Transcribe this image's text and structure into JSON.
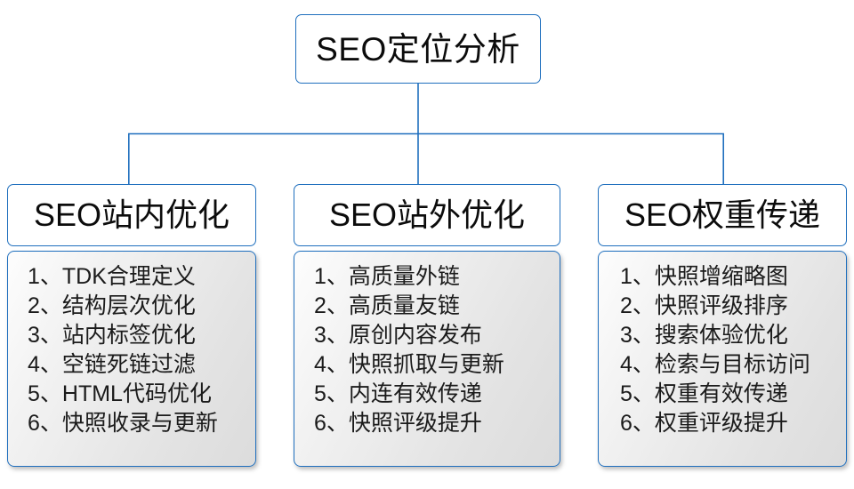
{
  "diagram": {
    "title": "SEO定位分析",
    "accent_color": "#1F6FBE",
    "text_color": "#0c0c0c",
    "body_fill_top": "#fdfdfd",
    "body_fill_bottom": "#dcdcdc",
    "root": {
      "label": "SEO定位分析"
    },
    "branches": [
      {
        "header": "SEO站内优化",
        "items": [
          {
            "index": "1、",
            "text": "TDK合理定义"
          },
          {
            "index": "2、",
            "text": "结构层次优化"
          },
          {
            "index": "3、",
            "text": "站内标签优化"
          },
          {
            "index": "4、",
            "text": "空链死链过滤"
          },
          {
            "index": "5、",
            "text": "HTML代码优化"
          },
          {
            "index": "6、",
            "text": "快照收录与更新"
          }
        ]
      },
      {
        "header": "SEO站外优化",
        "items": [
          {
            "index": "1、",
            "text": "高质量外链"
          },
          {
            "index": "2、",
            "text": "高质量友链"
          },
          {
            "index": "3、",
            "text": "原创内容发布"
          },
          {
            "index": "4、",
            "text": "快照抓取与更新"
          },
          {
            "index": "5、",
            "text": "内连有效传递"
          },
          {
            "index": "6、",
            "text": "快照评级提升"
          }
        ]
      },
      {
        "header": "SEO权重传递",
        "items": [
          {
            "index": "1、",
            "text": "快照增缩略图"
          },
          {
            "index": "2、",
            "text": "快照评级排序"
          },
          {
            "index": "3、",
            "text": "搜索体验优化"
          },
          {
            "index": "4、",
            "text": "检索与目标访问"
          },
          {
            "index": "5、",
            "text": "权重有效传递"
          },
          {
            "index": "6、",
            "text": "权重评级提升"
          }
        ]
      }
    ]
  }
}
